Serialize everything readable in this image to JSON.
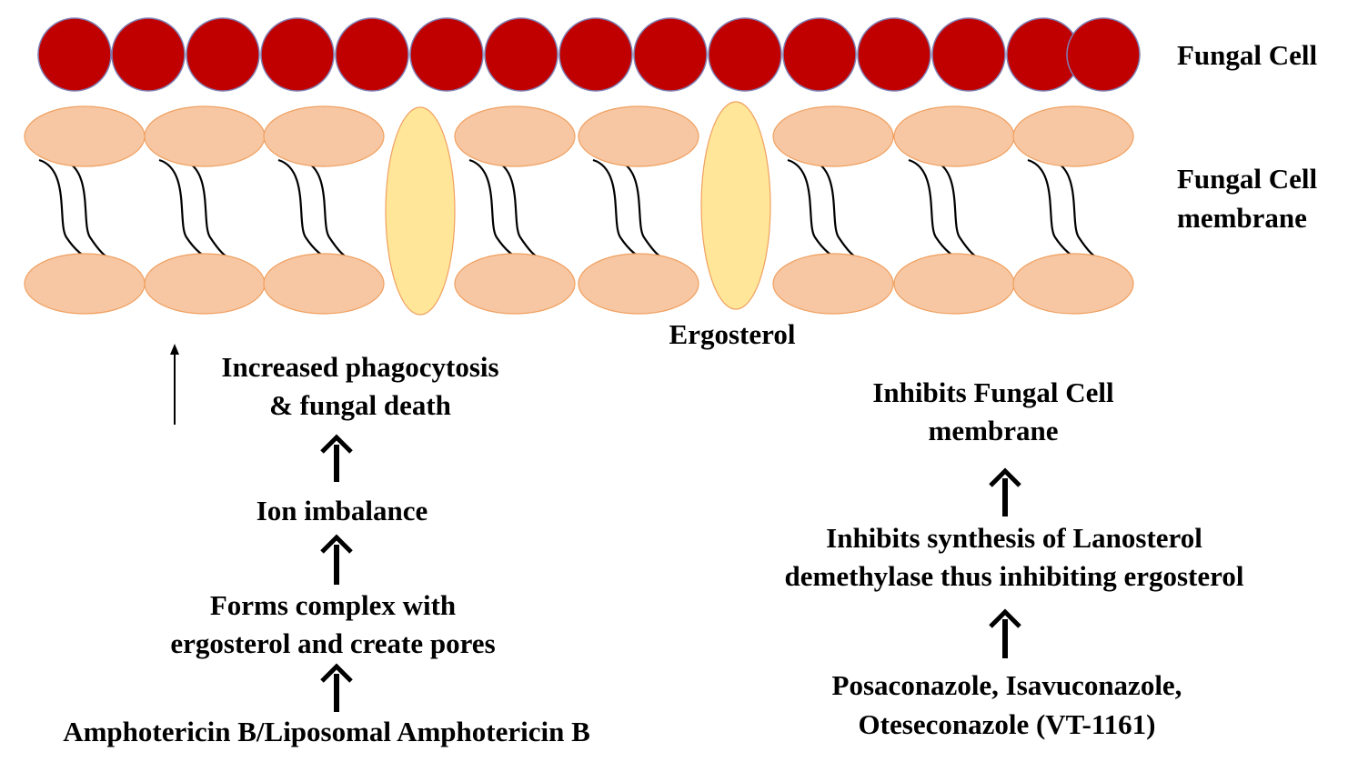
{
  "labels": {
    "fungal_cell": "Fungal Cell",
    "fungal_cell_membrane_line1": "Fungal Cell",
    "fungal_cell_membrane_line2": "membrane",
    "ergosterol": "Ergosterol"
  },
  "left_pathway": {
    "step1": "Amphotericin B/Liposomal Amphotericin B",
    "step2_line1": "Forms complex with",
    "step2_line2": "ergosterol and create pores",
    "step3": "Ion imbalance",
    "step4_line1": "Increased phagocytosis",
    "step4_line2": "& fungal death"
  },
  "right_pathway": {
    "step1_line1": "Posaconazole, Isavuconazole,",
    "step1_line2": "Oteseconazole (VT-1161)",
    "step2_line1": "Inhibits synthesis of Lanosterol",
    "step2_line2": "demethylase thus inhibiting ergosterol",
    "step3_line1": "Inhibits Fungal Cell",
    "step3_line2": "membrane"
  },
  "colors": {
    "cell_wall_fill": "#c00000",
    "cell_wall_stroke": "#7f7fb3",
    "phospholipid_fill": "#f7c7a3",
    "phospholipid_stroke": "#f0a060",
    "ergosterol_fill": "#ffe699",
    "ergosterol_stroke": "#f0a060",
    "tail_stroke": "#000000",
    "text": "#000000"
  }
}
